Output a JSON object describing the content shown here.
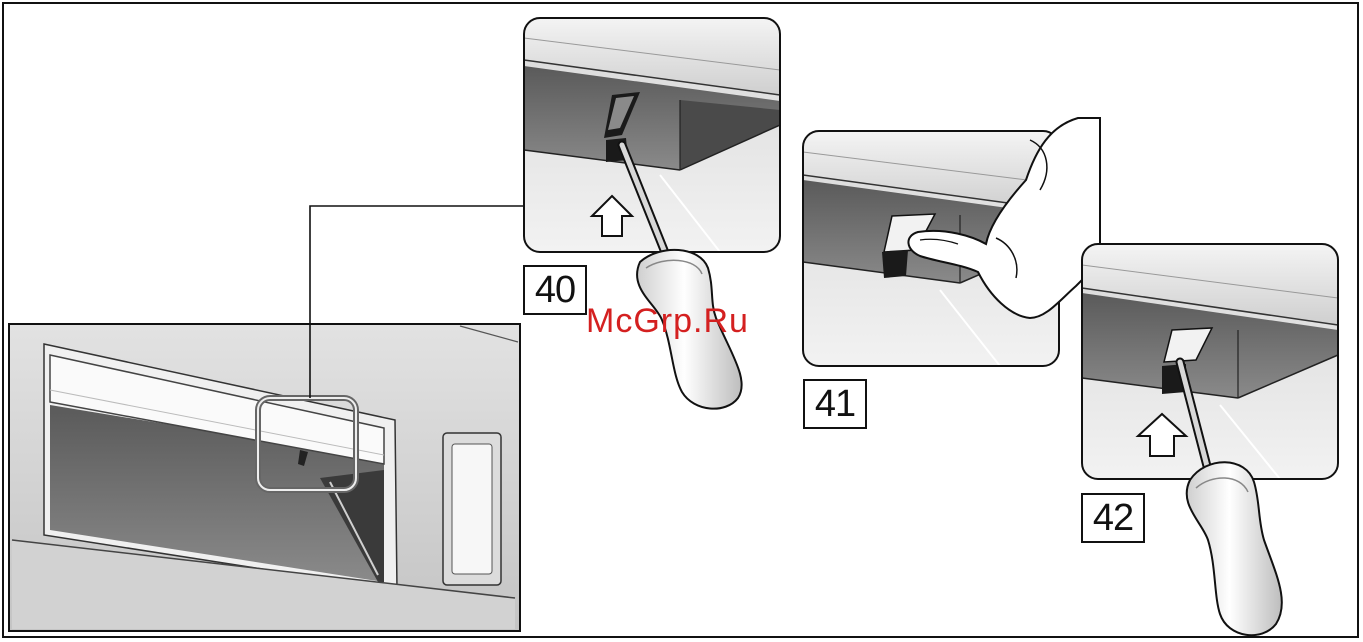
{
  "steps": [
    {
      "label": "40"
    },
    {
      "label": "41"
    },
    {
      "label": "42"
    }
  ],
  "watermark": "McGrp.Ru",
  "colors": {
    "line": "#111111",
    "panel_light": "#e8e8e8",
    "panel_mid": "#bdbdbd",
    "panel_dark": "#6d6d6d",
    "watermark": "#d42020"
  },
  "icons": [
    "screwdriver-icon",
    "arrow-up-icon",
    "hand-icon",
    "clip-icon"
  ]
}
